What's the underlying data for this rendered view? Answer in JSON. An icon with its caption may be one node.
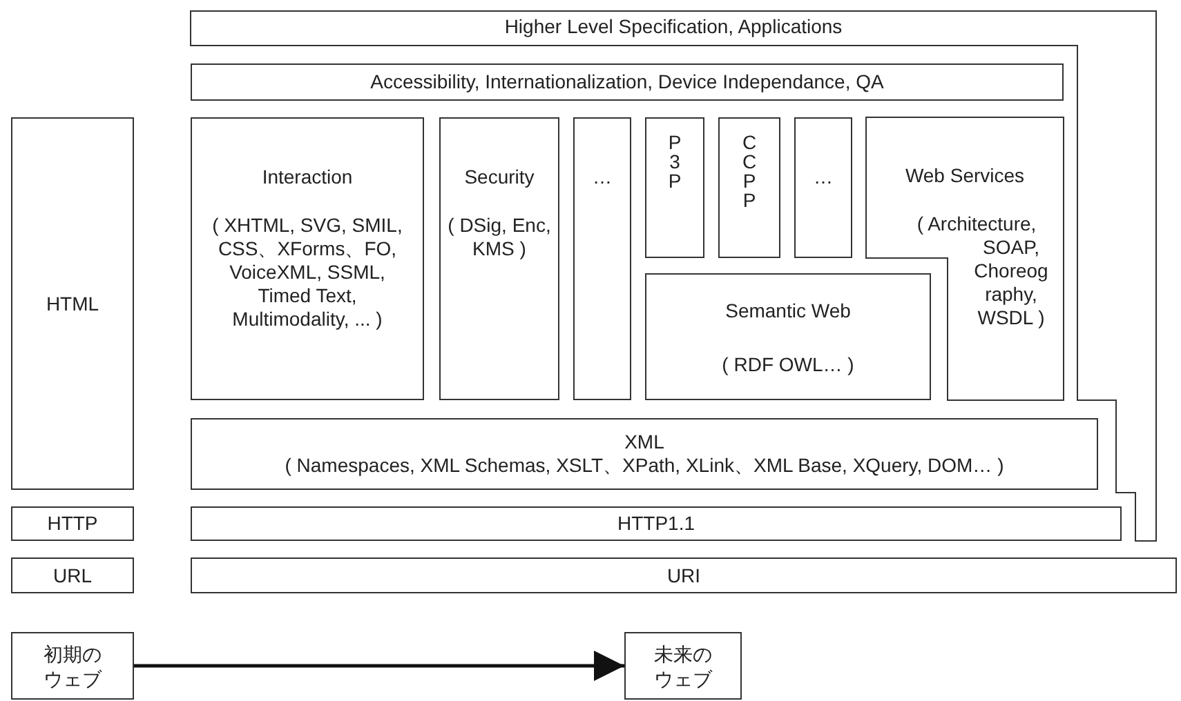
{
  "diagram": {
    "nodes": [
      {
        "text": [
          "Higher Level Specification, Applications"
        ]
      },
      {
        "text": [
          "Accessibility, Internationalization, Device Independance, QA"
        ]
      },
      {
        "text": [
          "HTML"
        ]
      },
      {
        "text": [
          "Interaction",
          "( XHTML, SVG, SMIL, CSS、XForms、FO, VoiceXML, SSML, Timed Text, Multimodality, ... )"
        ]
      },
      {
        "text": [
          "Security",
          "( DSig, Enc, KMS )"
        ]
      },
      {
        "text": [
          "…"
        ]
      },
      {
        "text": [
          "P3P"
        ]
      },
      {
        "text": [
          "CCPP"
        ]
      },
      {
        "text": [
          "…"
        ]
      },
      {
        "text": [
          "Web Services",
          "( Architecture, SOAP, Choreog raphy, WSDL )"
        ]
      },
      {
        "text": [
          "Semantic Web",
          "( RDF OWL… )"
        ]
      },
      {
        "text": [
          "XML",
          "( Namespaces, XML Schemas, XSLT、XPath, XLink、XML Base, XQuery, DOM… )"
        ]
      },
      {
        "text": [
          "HTTP"
        ]
      },
      {
        "text": [
          "HTTP1.1"
        ]
      },
      {
        "text": [
          "URL"
        ]
      },
      {
        "text": [
          "URI"
        ]
      },
      {
        "text": [
          "初期のウェブ"
        ]
      },
      {
        "text": [
          "未来のウェブ"
        ]
      }
    ],
    "edges": [
      {
        "from": 16,
        "to": 17,
        "arrow": "to"
      }
    ]
  }
}
